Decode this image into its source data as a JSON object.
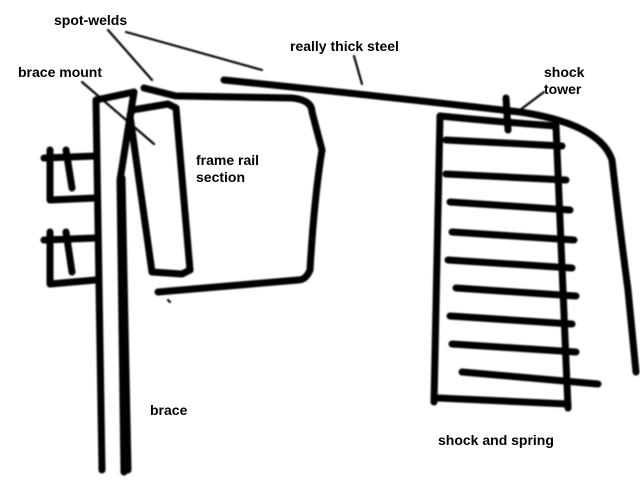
{
  "labels": {
    "spot_welds": "spot-welds",
    "really_thick_steel": "really thick steel",
    "brace_mount": "brace mount",
    "frame_rail_section": "frame rail\nsection",
    "shock_tower": "shock\ntower",
    "brace": "brace",
    "shock_and_spring": "shock and spring"
  },
  "colors": {
    "ink": "#000000",
    "background": "#ffffff"
  }
}
